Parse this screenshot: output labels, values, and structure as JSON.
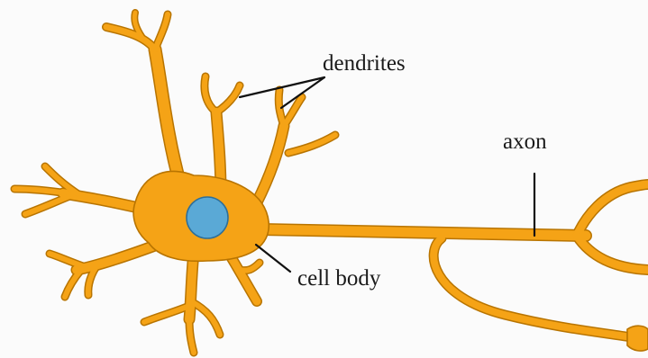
{
  "labels": {
    "dendrites": "dendrites",
    "axon": "axon",
    "cell_body": "cell body"
  },
  "colors": {
    "neuron_fill": "#f5a316",
    "neuron_outline": "#b87400",
    "nucleus_fill": "#5aa9d6",
    "nucleus_outline": "#2e6f99",
    "background": "#fbfbfb"
  }
}
